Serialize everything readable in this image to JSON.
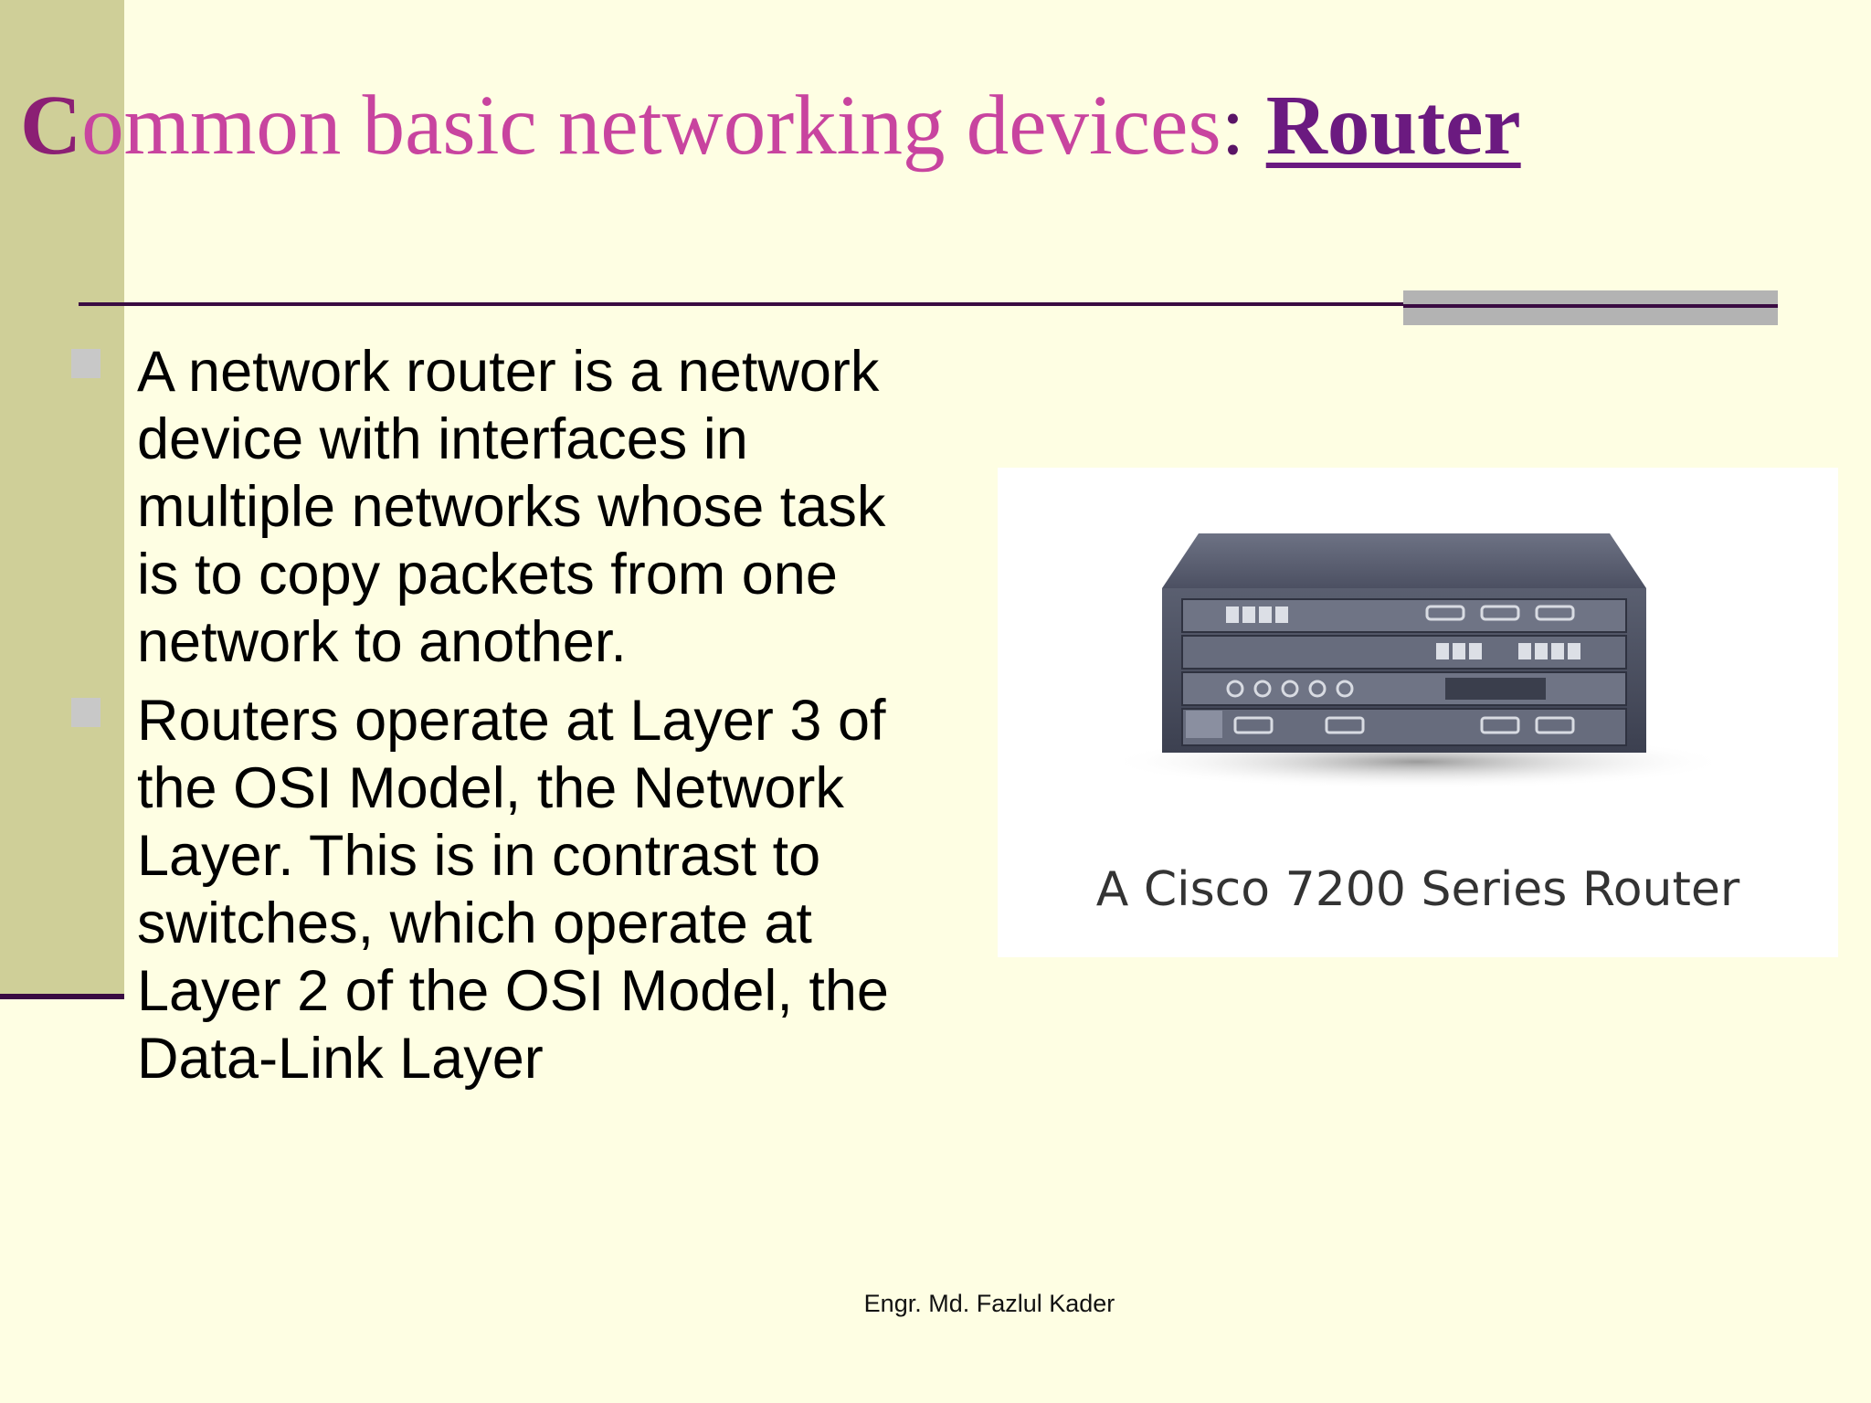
{
  "slide": {
    "title": {
      "initial": "C",
      "rest": "ommon basic networking devices",
      "colon": ":",
      "keyword": "Router"
    },
    "bullets": [
      "A network router is a network device with interfaces in multiple networks whose task is to copy packets from one network to another.",
      "Routers operate at Layer 3 of the OSI Model, the Network Layer. This is in contrast to switches, which operate at Layer 2 of the OSI Model, the Data-Link Layer"
    ],
    "figure": {
      "caption": "A Cisco 7200 Series Router"
    },
    "footer": "Engr. Md. Fazlul Kader"
  },
  "colors": {
    "background": "#fefee3",
    "left_band": "#cfcf98",
    "title_text": "#c8449f",
    "title_keyword": "#6b1a80",
    "rule": "#3a0b42",
    "rule_accent": "#b3b3b3"
  }
}
